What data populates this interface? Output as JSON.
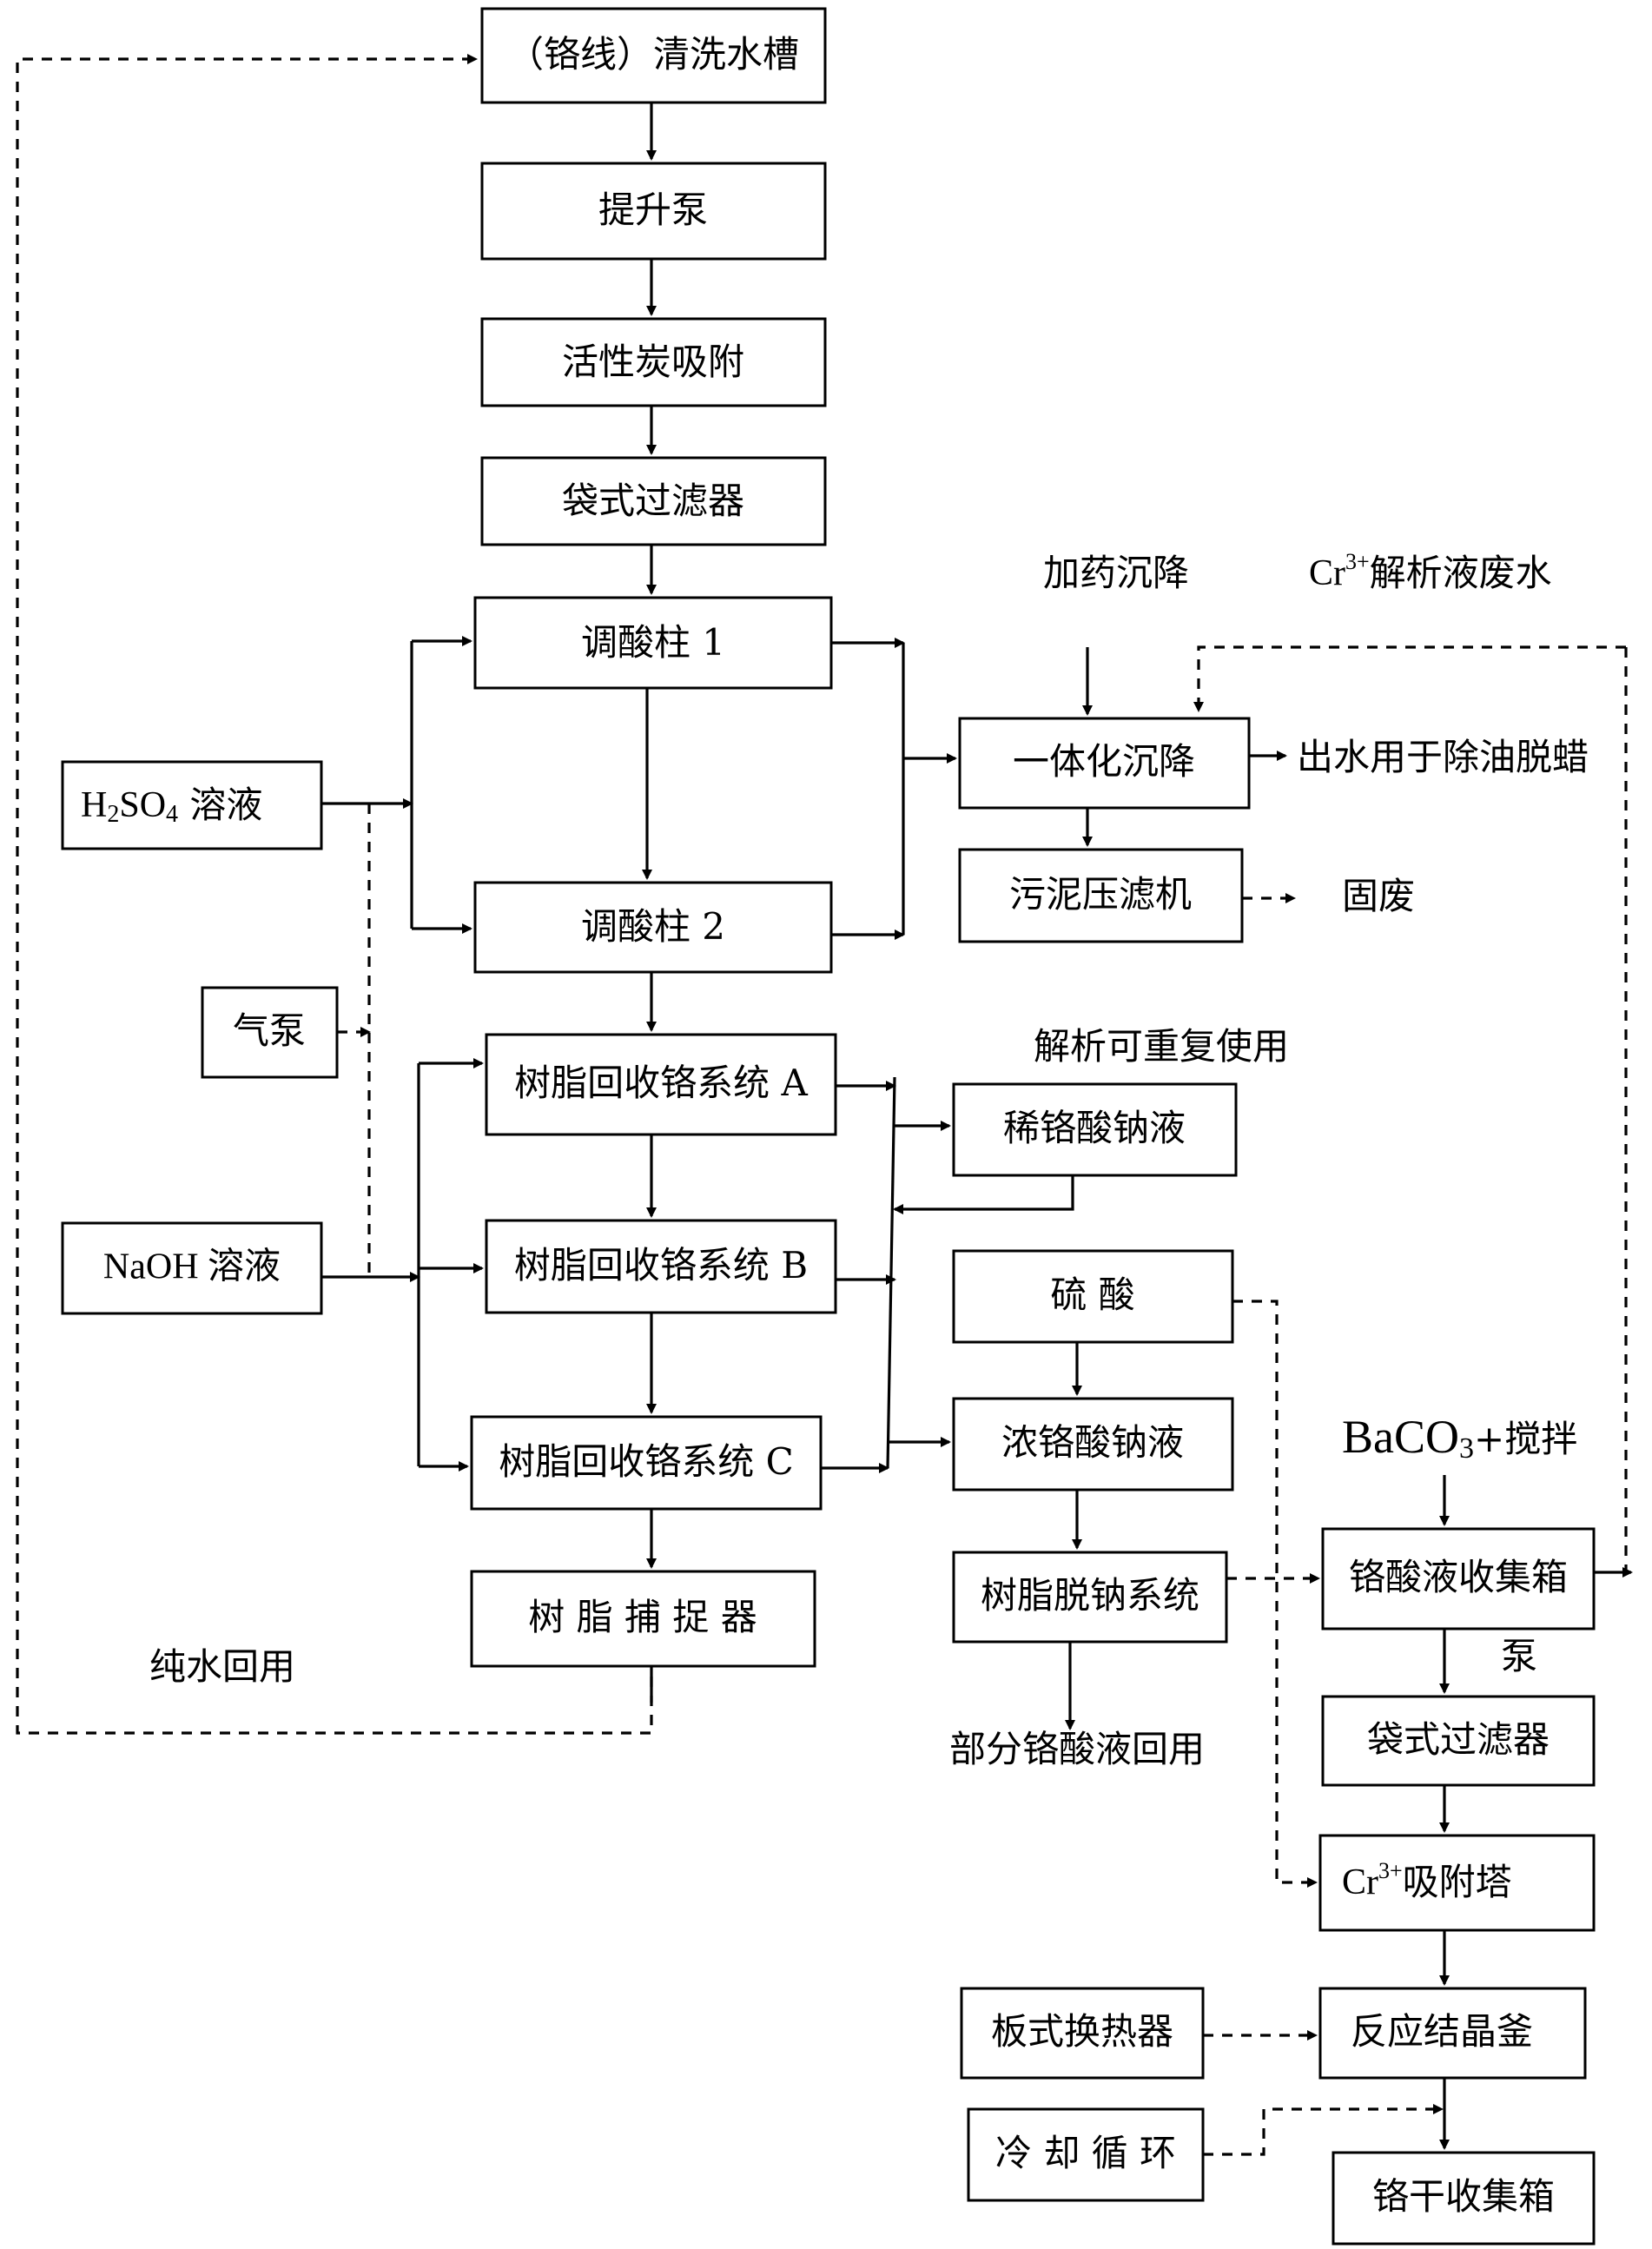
{
  "boxes": {
    "wash_tank": "（铬线）清洗水槽",
    "lift_pump": "提升泵",
    "activated_carbon": "活性炭吸附",
    "bag_filter_1": "袋式过滤器",
    "acid_column_1": "调酸柱 1",
    "acid_column_2": "调酸柱 2",
    "h2so4": {
      "pre": "H",
      "sub1": "2",
      "mid": "SO",
      "sub2": "4",
      "post": " 溶液"
    },
    "air_pump": "气泵",
    "naoh": "NaOH 溶液",
    "resin_a": "树脂回收铬系统 A",
    "resin_b": "树脂回收铬系统 B",
    "resin_c": "树脂回收铬系统 C",
    "resin_trap": "树 脂 捕 捉 器",
    "integrated_settling": "一体化沉降",
    "sludge_press": "污泥压滤机",
    "dilute_chromate": "稀铬酸钠液",
    "sulfuric_acid": "硫  酸",
    "conc_chromate": "浓铬酸钠液",
    "resin_desodium": "树脂脱钠系统",
    "chromic_collector": "铬酸液收集箱",
    "bag_filter_2": "袋式过滤器",
    "cr_adsorption": {
      "pre": "Cr",
      "sup": "3+",
      "post": "吸附塔"
    },
    "reaction_kettle": "反应结晶釜",
    "plate_exchanger": "板式换热器",
    "cooling_cycle": "冷  却  循  环",
    "dry_collector": "铬干收集箱"
  },
  "labels": {
    "dosing_settling": "加药沉降",
    "cr_wastewater": {
      "pre": "Cr",
      "sup": "3+",
      "post": "解析液废水"
    },
    "effluent": "出水用于除油脱蜡",
    "solid_waste": "固废",
    "reusable": "解析可重复使用",
    "baco3": {
      "pre": "BaCO",
      "sub": "3",
      "post": "+搅拌"
    },
    "pump": "泵",
    "partial_reuse": "部分铬酸液回用",
    "pure_water_reuse": "纯水回用"
  }
}
